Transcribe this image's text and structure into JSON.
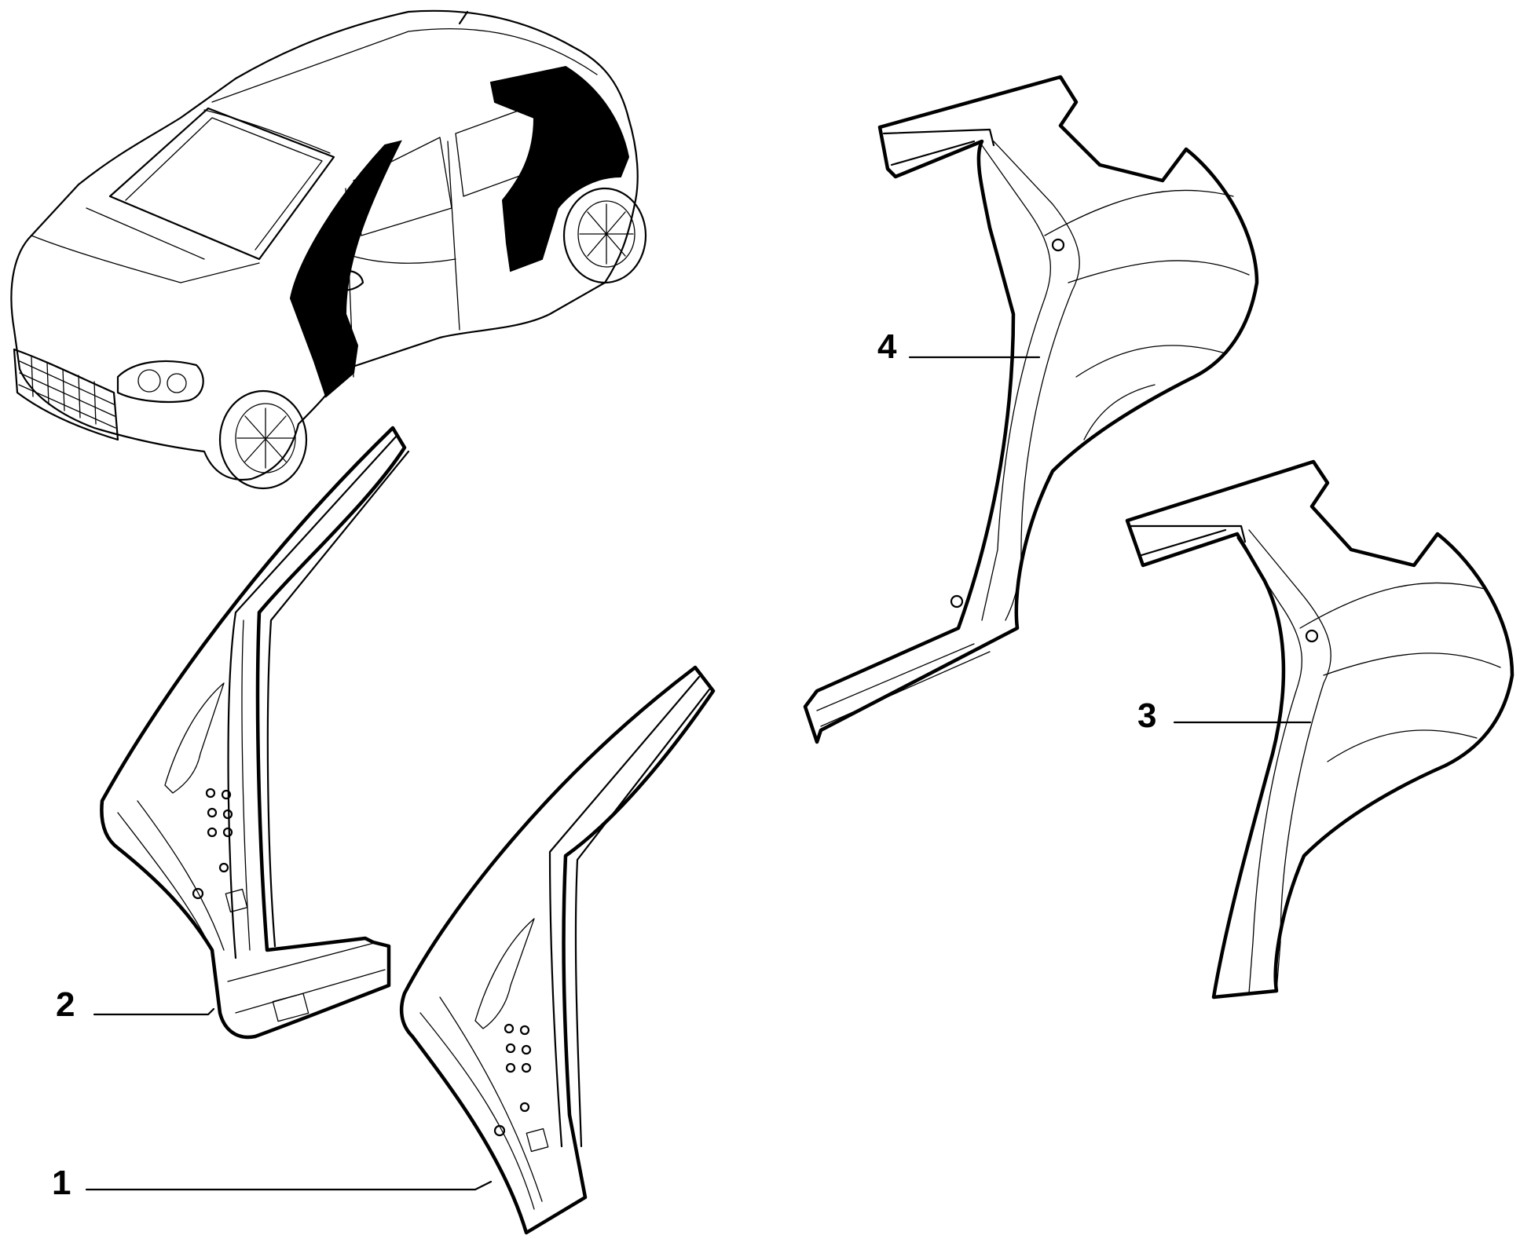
{
  "callouts": [
    {
      "id": "1",
      "text": "1"
    },
    {
      "id": "2",
      "text": "2"
    },
    {
      "id": "3",
      "text": "3"
    },
    {
      "id": "4",
      "text": "4"
    }
  ],
  "colors": {
    "line": "#000000",
    "highlight": "#000000",
    "background": "#ffffff"
  }
}
